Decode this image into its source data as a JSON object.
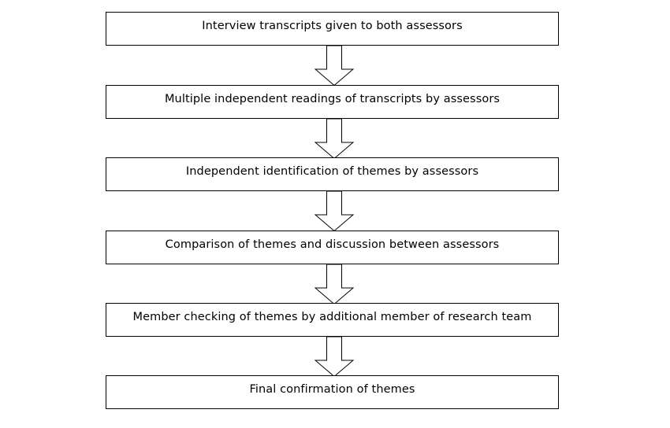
{
  "diagram": {
    "type": "flowchart",
    "orientation": "vertical",
    "background_color": "#ffffff",
    "box_border_color": "#000000",
    "box_fill_color": "#ffffff",
    "arrow_fill_color": "#ffffff",
    "arrow_stroke_color": "#000000",
    "text_color": "#000000",
    "steps": [
      {
        "label": "Interview transcripts given to both assessors"
      },
      {
        "label": "Multiple independent readings of transcripts by assessors"
      },
      {
        "label": "Independent identification of themes by assessors"
      },
      {
        "label": "Comparison of themes and discussion between assessors"
      },
      {
        "label": "Member checking of themes by additional member of research team"
      },
      {
        "label": "Final confirmation of themes"
      }
    ],
    "connectors": [
      {
        "name": "down-arrow-icon",
        "from_step": 1,
        "to_step": 2
      },
      {
        "name": "down-arrow-icon",
        "from_step": 2,
        "to_step": 3
      },
      {
        "name": "down-arrow-icon",
        "from_step": 3,
        "to_step": 4
      },
      {
        "name": "down-arrow-icon",
        "from_step": 4,
        "to_step": 5
      },
      {
        "name": "down-arrow-icon",
        "from_step": 5,
        "to_step": 6
      }
    ]
  }
}
